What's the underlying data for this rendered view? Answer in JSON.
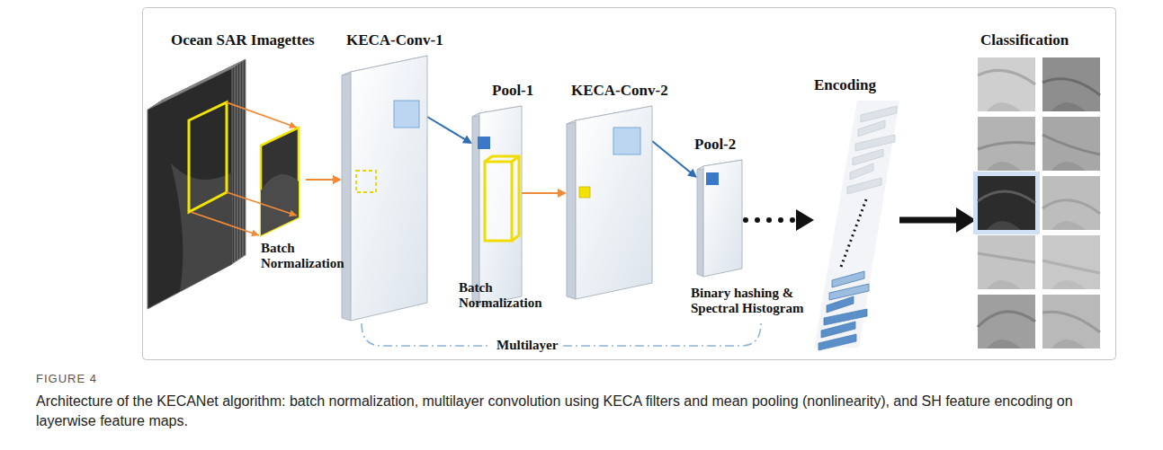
{
  "diagram": {
    "caption": "Architecture of the KECANet algorithm: batch normalization, multilayer convolution using KECA filters and mean pooling (nonlinearity), and SH feature encoding on layerwise feature maps.",
    "nodes": [
      {
        "text": [
          "Ocean SAR Imagettes"
        ]
      },
      {
        "text": [
          "KECA-Conv-1"
        ]
      },
      {
        "text": [
          "Pool-1"
        ]
      },
      {
        "text": [
          "KECA-Conv-2"
        ]
      },
      {
        "text": [
          "Pool-2"
        ]
      },
      {
        "text": [
          "Encoding"
        ]
      },
      {
        "text": [
          "Classification"
        ]
      }
    ],
    "edges": [
      {
        "from": 0,
        "to": 1,
        "arrow": "to"
      },
      {
        "from": 1,
        "to": 2,
        "arrow": "to"
      },
      {
        "from": 2,
        "to": 3,
        "arrow": "to"
      },
      {
        "from": 3,
        "to": 4,
        "arrow": "to"
      },
      {
        "from": 4,
        "to": 5,
        "arrow": "to"
      },
      {
        "from": 5,
        "to": 6,
        "arrow": "to"
      }
    ],
    "labels": [
      "Batch Normalization",
      "Batch Normalization",
      "Binary hashing & Spectral Histogram",
      "Multilayer",
      "FIGURE 4"
    ]
  }
}
